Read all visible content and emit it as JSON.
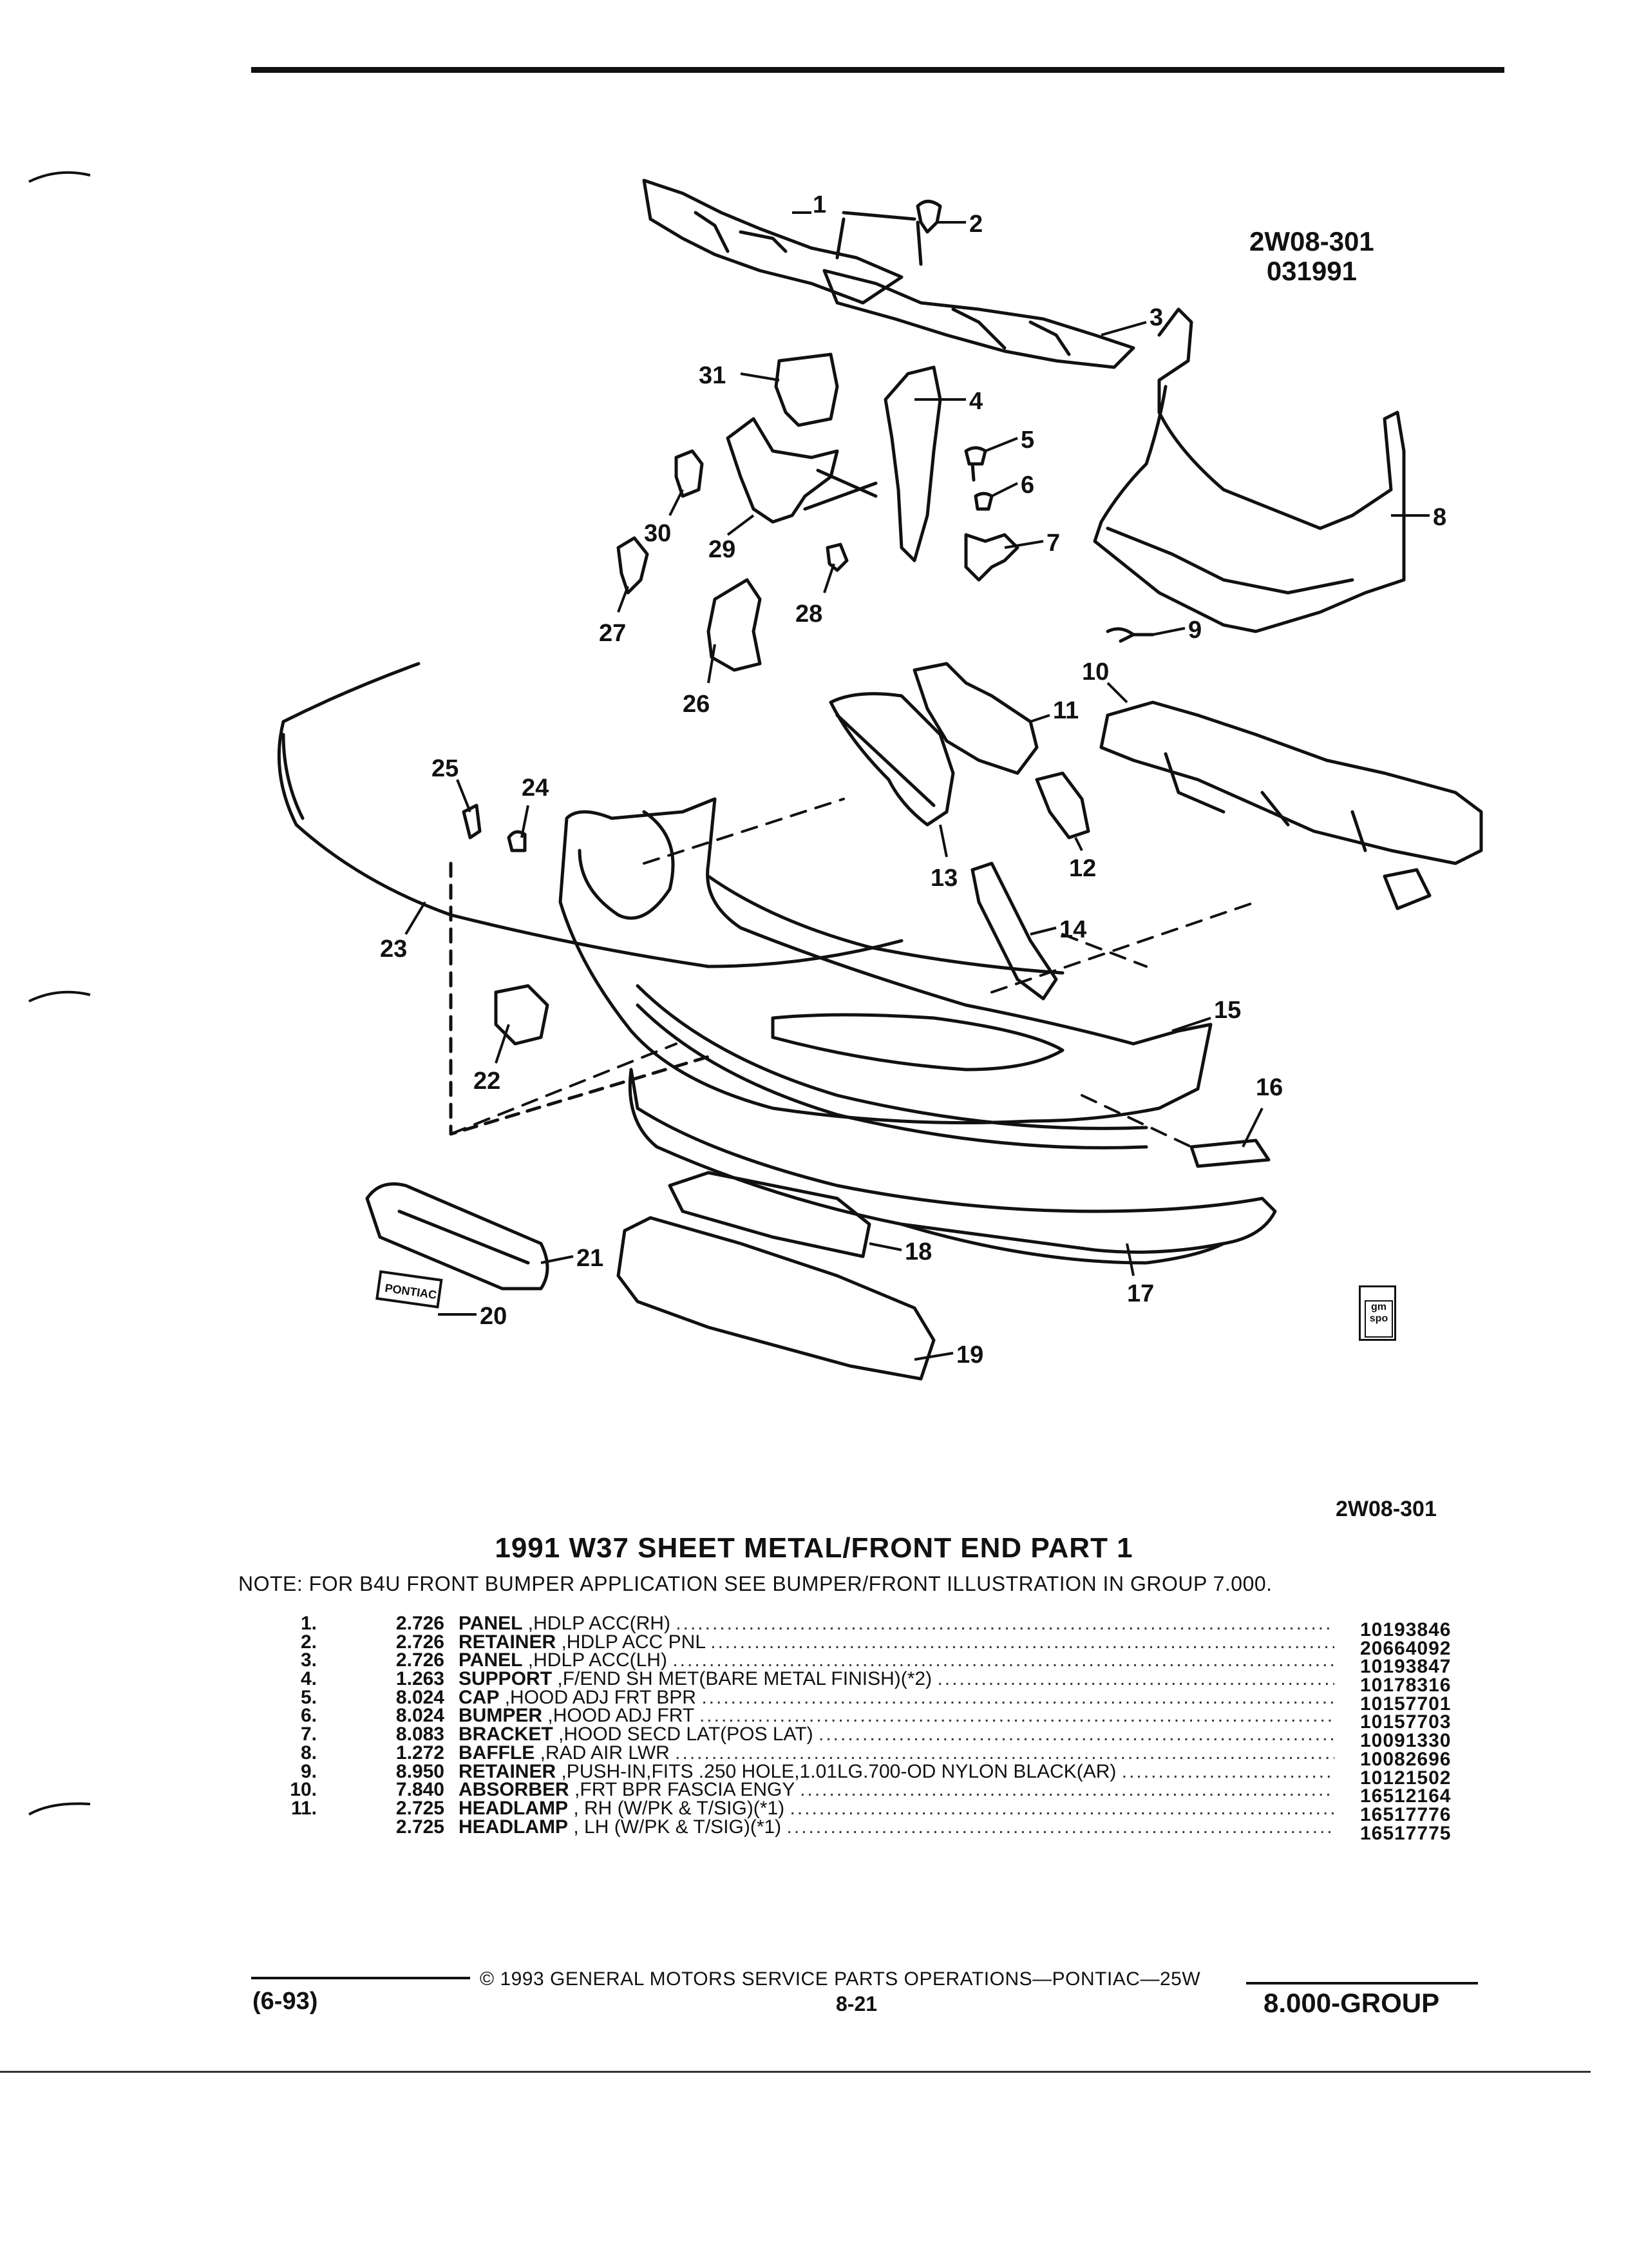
{
  "figure": {
    "id": "2W08-301",
    "date_code": "031991",
    "id_bottom": "2W08-301"
  },
  "callouts": [
    "1",
    "2",
    "3",
    "4",
    "5",
    "6",
    "7",
    "8",
    "9",
    "10",
    "11",
    "12",
    "13",
    "14",
    "15",
    "16",
    "17",
    "18",
    "19",
    "20",
    "21",
    "22",
    "23",
    "24",
    "25",
    "26",
    "27",
    "28",
    "29",
    "30",
    "31"
  ],
  "emblem_text": "PONTIAC",
  "badge_text": "gm spo",
  "title": "1991 W37 SHEET METAL/FRONT END PART 1",
  "note": "NOTE:  FOR B4U FRONT BUMPER APPLICATION SEE BUMPER/FRONT ILLUSTRATION IN GROUP 7.000.",
  "parts": [
    {
      "num": "1.",
      "group": "2.726",
      "name": "PANEL",
      "desc": ",HDLP ACC(RH)",
      "pn": "10193846"
    },
    {
      "num": "2.",
      "group": "2.726",
      "name": "RETAINER",
      "desc": ",HDLP ACC PNL",
      "pn": "20664092"
    },
    {
      "num": "3.",
      "group": "2.726",
      "name": "PANEL",
      "desc": ",HDLP ACC(LH)",
      "pn": "10193847"
    },
    {
      "num": "4.",
      "group": "1.263",
      "name": "SUPPORT",
      "desc": ",F/END SH MET(BARE METAL FINISH)(*2)",
      "pn": "10178316"
    },
    {
      "num": "5.",
      "group": "8.024",
      "name": "CAP",
      "desc": ",HOOD ADJ FRT BPR",
      "pn": "10157701"
    },
    {
      "num": "6.",
      "group": "8.024",
      "name": "BUMPER",
      "desc": ",HOOD ADJ FRT",
      "pn": "10157703"
    },
    {
      "num": "7.",
      "group": "8.083",
      "name": "BRACKET",
      "desc": ",HOOD SECD LAT(POS LAT)",
      "pn": "10091330"
    },
    {
      "num": "8.",
      "group": "1.272",
      "name": "BAFFLE",
      "desc": ",RAD AIR LWR",
      "pn": "10082696"
    },
    {
      "num": "9.",
      "group": "8.950",
      "name": "RETAINER",
      "desc": ",PUSH-IN,FITS .250 HOLE,1.01LG.700-OD NYLON BLACK(AR)",
      "pn": "10121502"
    },
    {
      "num": "10.",
      "group": "7.840",
      "name": "ABSORBER",
      "desc": ",FRT BPR FASCIA ENGY",
      "pn": "16512164"
    },
    {
      "num": "11.",
      "group": "2.725",
      "name": "HEADLAMP",
      "desc": ", RH (W/PK & T/SIG)(*1)",
      "pn": "16517776"
    },
    {
      "num": "",
      "group": "2.725",
      "name": "HEADLAMP",
      "desc": ", LH (W/PK & T/SIG)(*1)",
      "pn": "16517775"
    }
  ],
  "footer": {
    "copyright": "©  1993  GENERAL MOTORS SERVICE PARTS OPERATIONS—PONTIAC—25W",
    "date": "(6-93)",
    "page": "8-21",
    "group": "8.000-GROUP"
  }
}
